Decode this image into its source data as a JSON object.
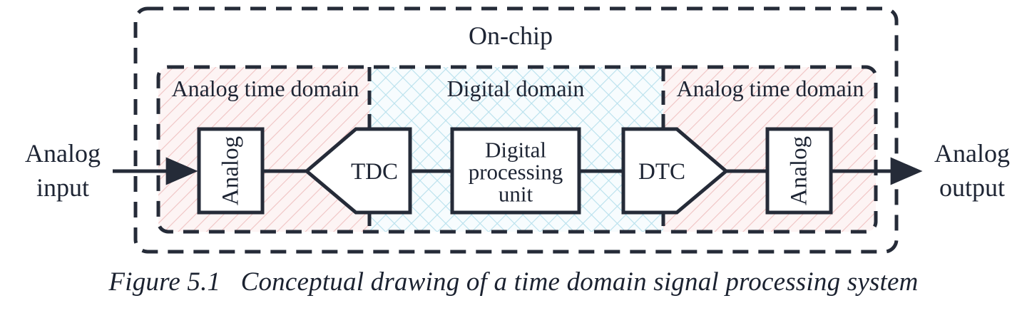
{
  "figure": {
    "caption_label": "Figure 5.1",
    "caption_text": "Conceptual drawing of a time domain signal processing system",
    "caption_full": "Figure 5.1   Conceptual drawing of a time domain signal processing system"
  },
  "diagram": {
    "outer_region_label": "On-chip",
    "regions": [
      {
        "id": "analog-left",
        "label": "Analog time domain",
        "fill": "#fdf2f2",
        "hatch": "diagonal",
        "hatch_color": "#f2c9c9"
      },
      {
        "id": "digital",
        "label": "Digital domain",
        "fill": "#f4fbfd",
        "hatch": "crosshatch",
        "hatch_color": "#bfe3ee"
      },
      {
        "id": "analog-right",
        "label": "Analog time domain",
        "fill": "#fdf2f2",
        "hatch": "diagonal",
        "hatch_color": "#f2c9c9"
      }
    ],
    "blocks": [
      {
        "id": "analog-in",
        "label": "Analog",
        "shape": "rect",
        "orientation": "vertical"
      },
      {
        "id": "tdc",
        "label": "TDC",
        "shape": "pentagon-left",
        "orientation": "horizontal"
      },
      {
        "id": "dpu",
        "label": "Digital processing unit",
        "label_lines": [
          "Digital",
          "processing",
          "unit"
        ],
        "shape": "rect",
        "orientation": "horizontal"
      },
      {
        "id": "dtc",
        "label": "DTC",
        "shape": "pentagon-right",
        "orientation": "horizontal"
      },
      {
        "id": "analog-out",
        "label": "Analog",
        "shape": "rect",
        "orientation": "vertical"
      }
    ],
    "io": [
      {
        "id": "input",
        "label_lines": [
          "Analog",
          "input"
        ],
        "label": "Analog input",
        "side": "left"
      },
      {
        "id": "output",
        "label_lines": [
          "Analog",
          "output"
        ],
        "label": "Analog output",
        "side": "right"
      }
    ],
    "colors": {
      "stroke": "#252b38",
      "background": "#ffffff",
      "text": "#1d2433",
      "analog_hatch": "#f2c9c9",
      "digital_hatch": "#bfe3ee"
    }
  }
}
